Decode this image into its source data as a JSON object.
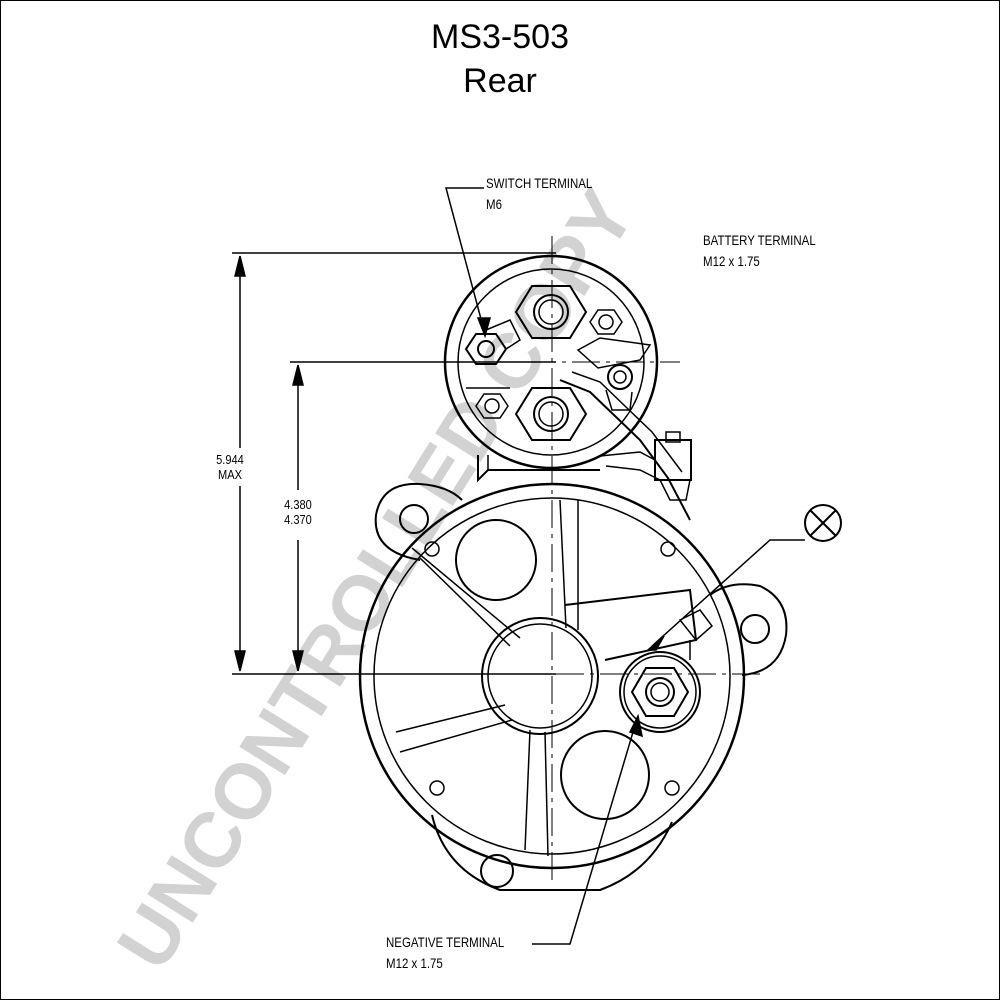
{
  "header": {
    "model": "MS3-503",
    "view": "Rear"
  },
  "callouts": {
    "switch_terminal": {
      "name": "SWITCH TERMINAL",
      "spec": "M6"
    },
    "battery_terminal": {
      "name": "BATTERY TERMINAL",
      "spec": "M12 x 1.75"
    },
    "negative_terminal": {
      "name": "NEGATIVE TERMINAL",
      "spec": "M12 x 1.75"
    }
  },
  "dimensions": {
    "overall": {
      "value": "5.944",
      "note": "MAX"
    },
    "mount": {
      "upper": "4.380",
      "lower": "4.370"
    }
  },
  "watermark": {
    "text": "UNCONTROLLED COPY",
    "color": "#cfcfcf"
  },
  "symbols": {
    "ground": "circle-x-icon"
  },
  "colors": {
    "line": "#000000",
    "background": "#ffffff"
  }
}
